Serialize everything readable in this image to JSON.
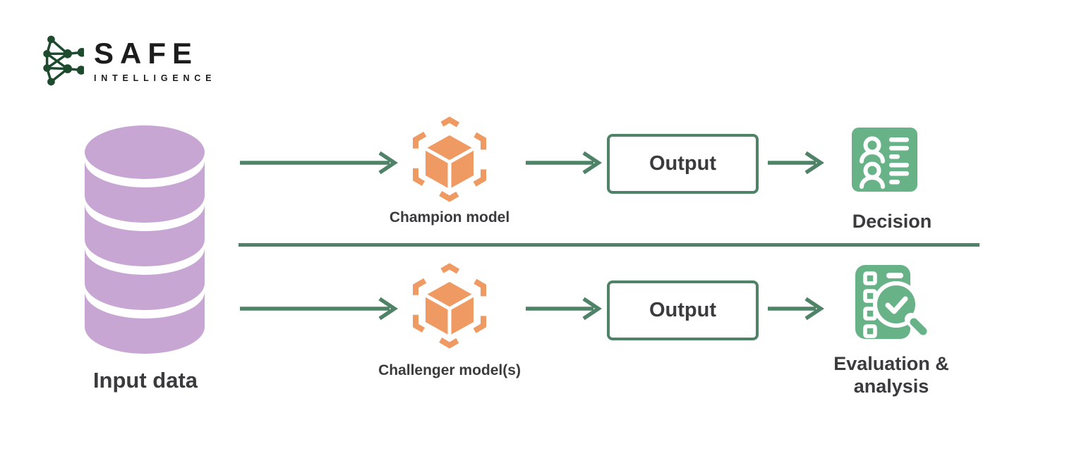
{
  "logo": {
    "brand": "SAFE",
    "subtitle": "INTELLIGENCE",
    "icon": "network-graph-icon",
    "icon_color": "#1e4a2e"
  },
  "colors": {
    "arrow_green": "#4e8367",
    "icon_green": "#67b287",
    "database_purple": "#c7a6d4",
    "model_orange": "#f09a63",
    "text_dark": "#3b3b3d",
    "logo_green": "#1e4a2e",
    "background": "#ffffff"
  },
  "diagram": {
    "input": {
      "label": "Input data",
      "icon": "database-cylinder-icon"
    },
    "rows": [
      {
        "model_label": "Champion model",
        "model_icon": "cube-model-icon",
        "output_label": "Output",
        "result_label": "Decision",
        "result_icon": "people-list-icon"
      },
      {
        "model_label": "Challenger model(s)",
        "model_icon": "cube-model-icon",
        "output_label": "Output",
        "result_label": "Evaluation &\nanalysis",
        "result_icon": "checklist-magnifier-icon"
      }
    ]
  }
}
